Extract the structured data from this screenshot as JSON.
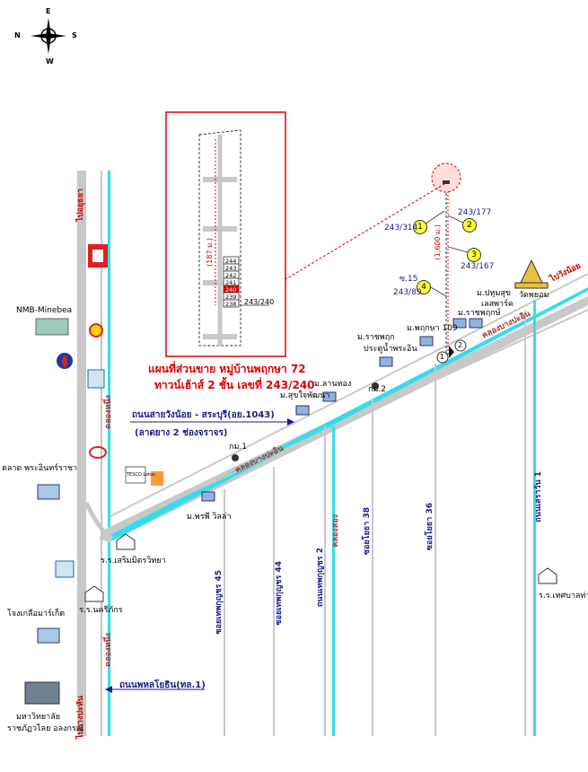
{
  "compass": {
    "n": "N",
    "e": "E",
    "s": "S",
    "w": "W"
  },
  "inset": {
    "distance_label": "(187 ม.)",
    "house_numbers": [
      "244",
      "243",
      "242",
      "241",
      "240",
      "239",
      "238"
    ],
    "target_label": "243/240"
  },
  "title": {
    "line1": "แผนที่ส่วนขาย หมู่บ้านพฤกษา 72",
    "line2": "ทาวน์เฮ้าส์ 2 ชั้น เลขที่ 243/240"
  },
  "route": {
    "distance_label": "(1,600 ม.)",
    "points": [
      {
        "num": "1",
        "label": "243/314"
      },
      {
        "num": "2",
        "label": "243/177"
      },
      {
        "num": "3",
        "label": "243/167"
      },
      {
        "num": "4",
        "label": "243/89"
      }
    ],
    "soi_label": "ซ.15"
  },
  "roads": {
    "main_road": "ถนนสายวังน้อย - สระบุรี(อย.1043)",
    "main_road_sub": "(ลาดยาง 2 ช่องจราจร)",
    "bottom_road": "ถนนพหลโยธิน(ทล.1)",
    "to_ayutthaya": "ไปอยุธยา",
    "to_bangpahan": "ไปบางปะหัน",
    "to_wangnoi": "ไปวังน้อย",
    "canal_nueng": "คลองหนึ่ง",
    "canal_nueng2": "คลองหนึ่ง",
    "canal_bangpain": "คลองบางปะอิน",
    "canal_bangpain2": "คลองบางปะอิน",
    "canal_song": "คลองสอง",
    "soi_ekkachai45": "ซอยเทพกุญชร 45",
    "soi_ekkachai44": "ซอยเทพกุญชร 44",
    "soi_thepkunchon2": "ถนนเทพกุญชร 2",
    "soi_khlongsong": "คลองสอง",
    "soi_dao38": "ซอยโยธา 38",
    "soi_dao36": "ซอยโยธา 36",
    "thanon_nawarat1": "ถนนเสราวัน 1"
  },
  "places": {
    "nmb": "NMB-Minebea",
    "talad": "ตลาด พระอินทร์ราชา",
    "school_soem": "ร.ร.เสริมมิตรวิทยา",
    "school_nakhon": "ร.ร.นครีภักร",
    "market_glue": "โจงเกลือมาร์เก็ต",
    "university": "มหาวิทยาลัย",
    "university2": "ราชภัฏวไลย อลงกรณ์",
    "wat": "วัดพยอม",
    "moo_pathum": "ม.ปทุมสุข",
    "moo_lert": "เลสพาร์ค",
    "moo_ratchaphruek": "ม.ราชพฤกษ์",
    "moo_pruksa109": "ม.พฤกษา 109",
    "moo_ratchaphruek2": "ม.ราชพฤก",
    "moo_pradu": "ประตูน้ำพระอิน",
    "gm2": "กม.2",
    "gm1": "กม.1",
    "moo_lanthong": "ม.ลานทอง",
    "moo_suksan": "ม.สุขใจพัฒนา",
    "moo_prue": "ม.พรพี วิลล่า",
    "school_thesaban": "ร.ร.เทศบาลท่า",
    "tesco_label": "TESCO Lotus",
    "marker_one": "1",
    "marker_two": "2"
  }
}
